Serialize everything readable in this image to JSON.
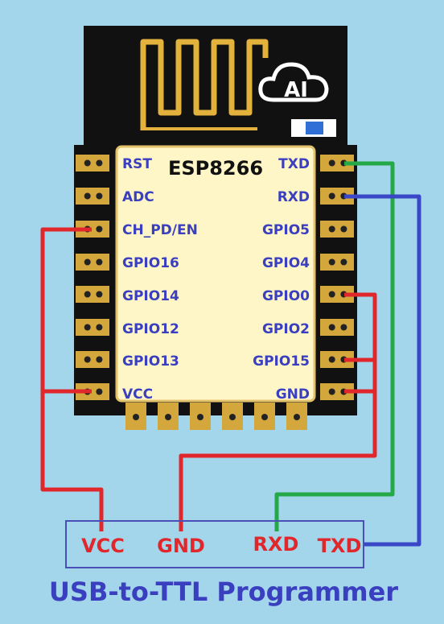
{
  "module": {
    "title": "ESP8266",
    "logo_text": "AI"
  },
  "left_pins": [
    "RST",
    "ADC",
    "CH_PD/EN",
    "GPIO16",
    "GPIO14",
    "GPIO12",
    "GPIO13",
    "VCC"
  ],
  "right_pins": [
    "TXD",
    "RXD",
    "GPIO5",
    "GPIO4",
    "GPIO0",
    "GPIO2",
    "GPIO15",
    "GND"
  ],
  "programmer": {
    "pins": [
      "VCC",
      "GND",
      "RXD",
      "TXD"
    ],
    "title": "USB-to-TTL Programmer"
  },
  "colors": {
    "background": "#a3d6ea",
    "board": "#111111",
    "antenna": "#e3b23c",
    "shield": "#fff6c8",
    "pad": "#d4a73c",
    "pin_label": "#3a3fbf",
    "wire_power": "#e0282c",
    "wire_tx": "#25a847",
    "wire_rx": "#3a48c8",
    "programmer_label": "#e0282c",
    "programmer_title": "#3a3fbf"
  }
}
